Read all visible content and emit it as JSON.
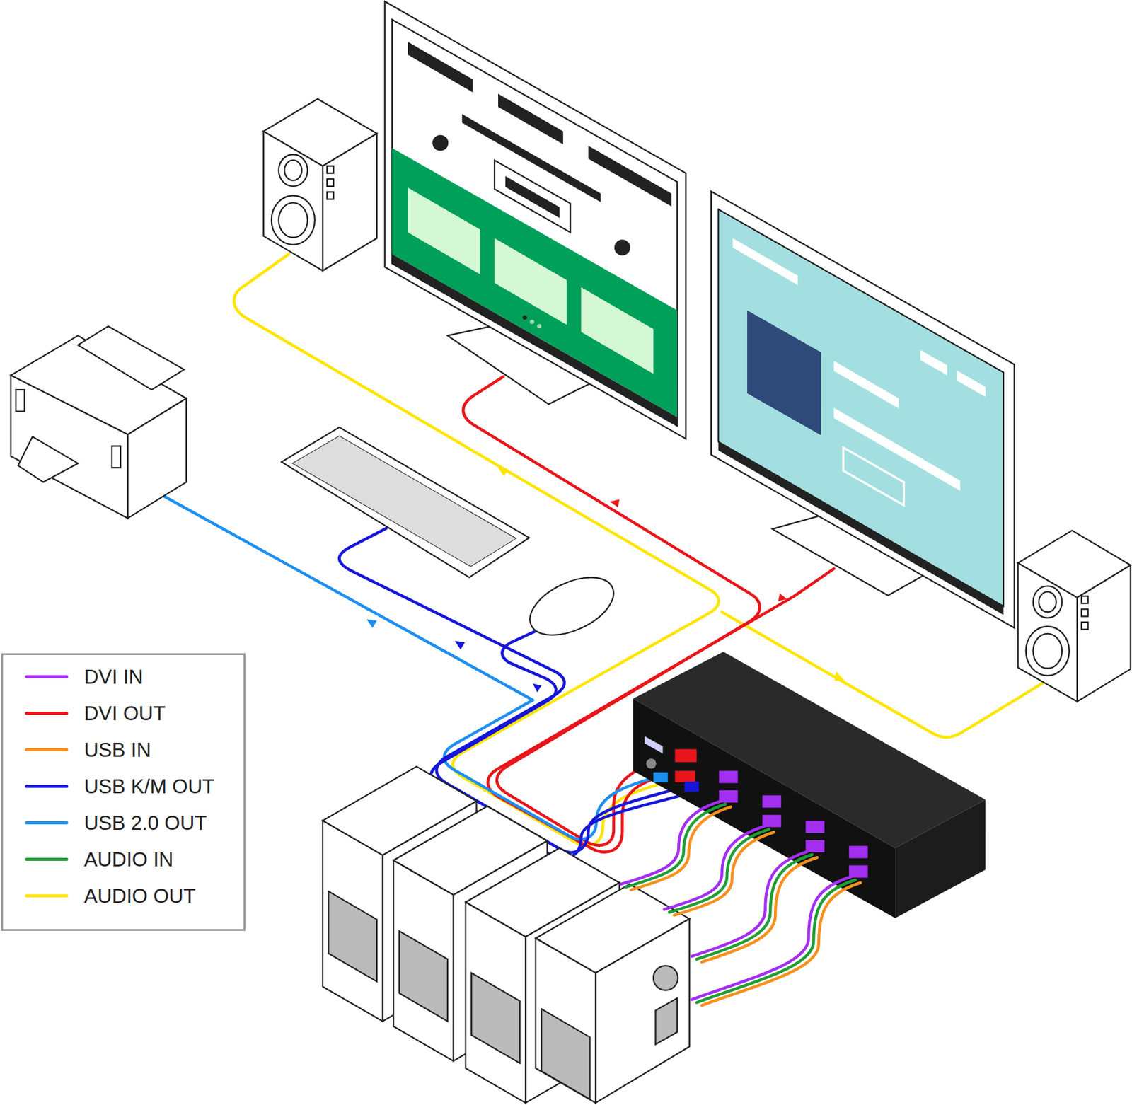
{
  "diagram": {
    "legend": [
      {
        "text": "DVI IN",
        "color": "#a32ff0"
      },
      {
        "text": "DVI OUT",
        "color": "#e8161b"
      },
      {
        "text": "USB IN",
        "color": "#f7901e"
      },
      {
        "text": "USB K/M OUT",
        "color": "#1616d8"
      },
      {
        "text": "USB 2.0 OUT",
        "color": "#1e8ff0"
      },
      {
        "text": "AUDIO IN",
        "color": "#1f9e35"
      },
      {
        "text": "AUDIO OUT",
        "color": "#ffe500"
      }
    ]
  }
}
